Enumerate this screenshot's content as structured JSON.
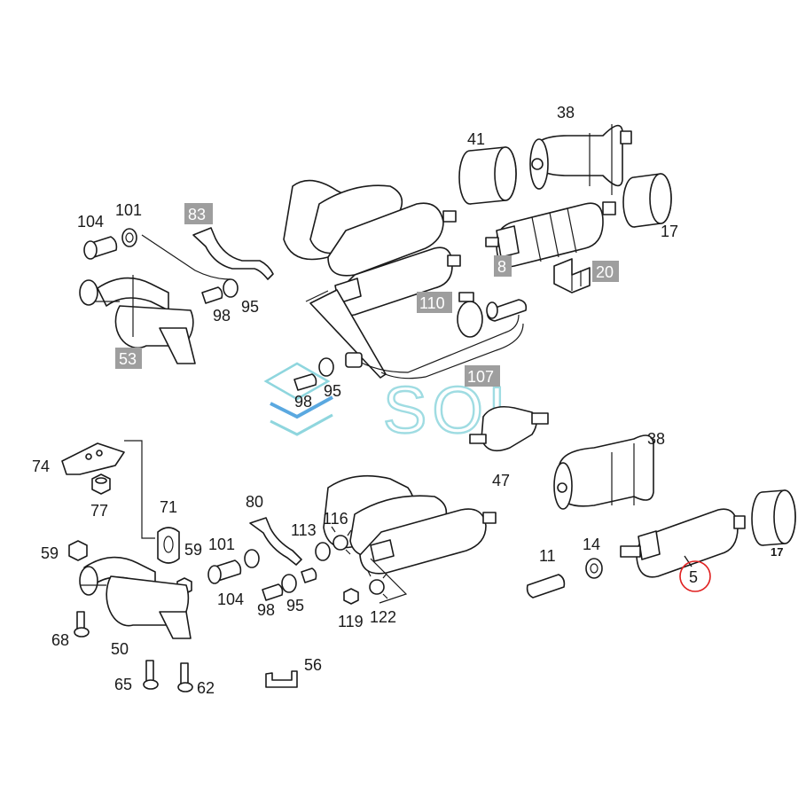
{
  "diagram": {
    "watermark_text": "SOL",
    "colors": {
      "line": "#1a1a1a",
      "highlight_label_bg": "#9e9e9e",
      "highlight_label_text": "#ffffff",
      "callout_circle": "#e02020",
      "watermark": "#8fd6de"
    },
    "labels": {
      "l38a": "38",
      "l41": "41",
      "l17a": "17",
      "l8": "8",
      "l20": "20",
      "l104a": "104",
      "l101a": "101",
      "l83": "83",
      "l98a": "98",
      "l95a": "95",
      "l53": "53",
      "l110": "110",
      "l107": "107",
      "l98b": "98",
      "l95b": "95",
      "l47": "47",
      "l38b": "38",
      "l17b": "17",
      "l14": "14",
      "l11": "11",
      "l5": "5",
      "l74": "74",
      "l77": "77",
      "l71": "71",
      "l80": "80",
      "l116": "116",
      "l113": "113",
      "l59a": "59",
      "l59b": "59",
      "l101b": "101",
      "l104b": "104",
      "l98c": "98",
      "l95c": "95",
      "l119": "119",
      "l122": "122",
      "l68": "68",
      "l50": "50",
      "l65": "65",
      "l62": "62",
      "l56": "56"
    }
  }
}
